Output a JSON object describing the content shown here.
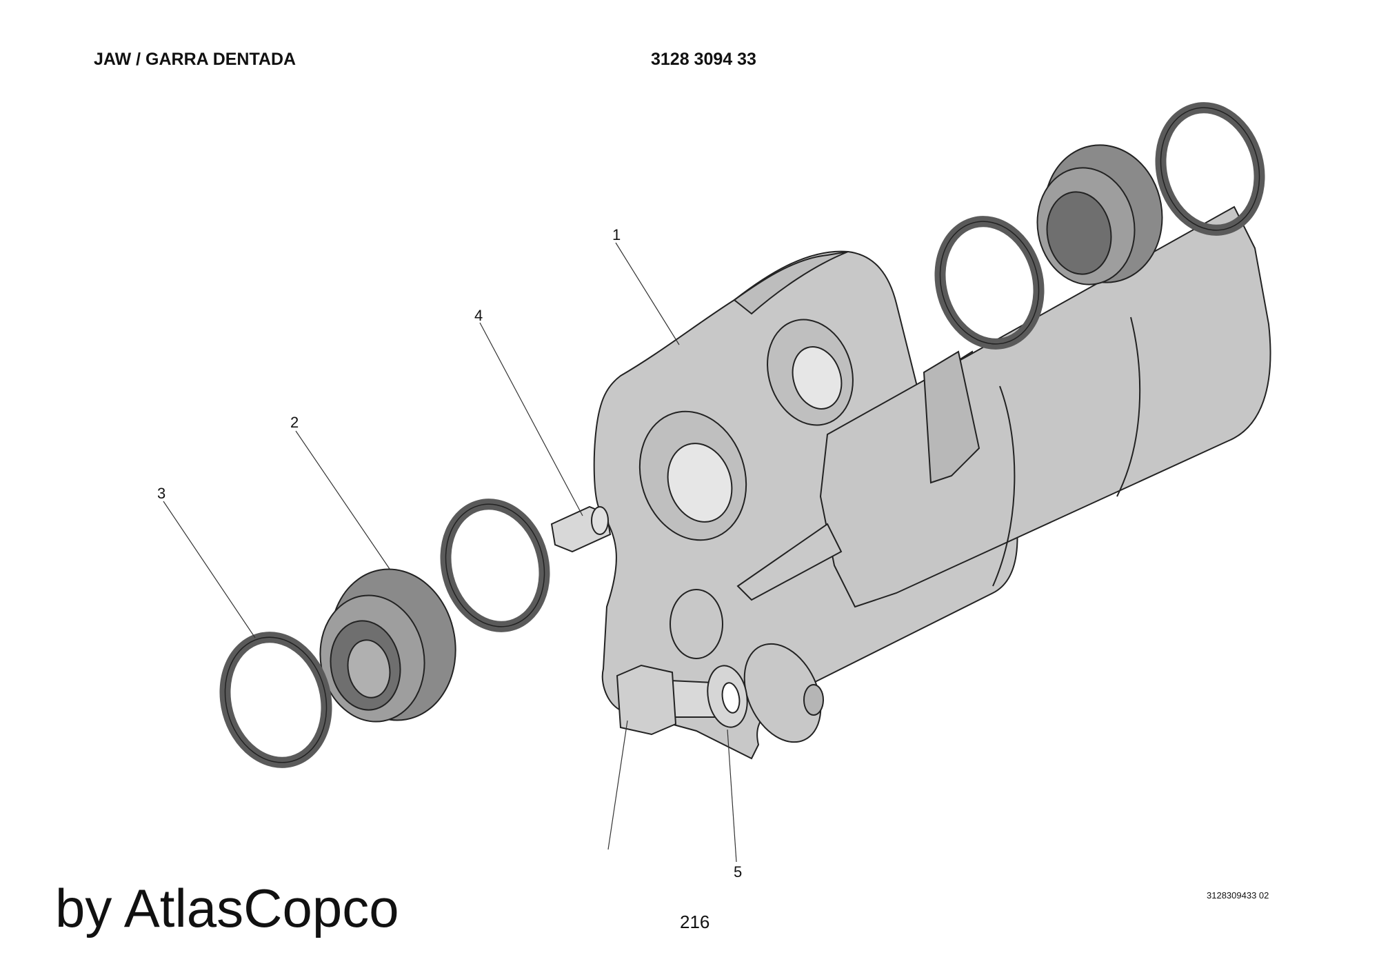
{
  "header": {
    "title": "JAW / GARRA DENTADA",
    "part_number": "3128 3094 33"
  },
  "callouts": {
    "c1": "1",
    "c2": "2",
    "c3": "3",
    "c4": "4",
    "c5": "5"
  },
  "footer": {
    "brand": "by AtlasCopco",
    "page_number": "216",
    "figure_ref": "3128309433 02"
  },
  "colors": {
    "body_gray": "#c8c8c8",
    "bushing_gray": "#8a8a8a",
    "ring_gray": "#5a5a5a",
    "outline": "#222222"
  }
}
